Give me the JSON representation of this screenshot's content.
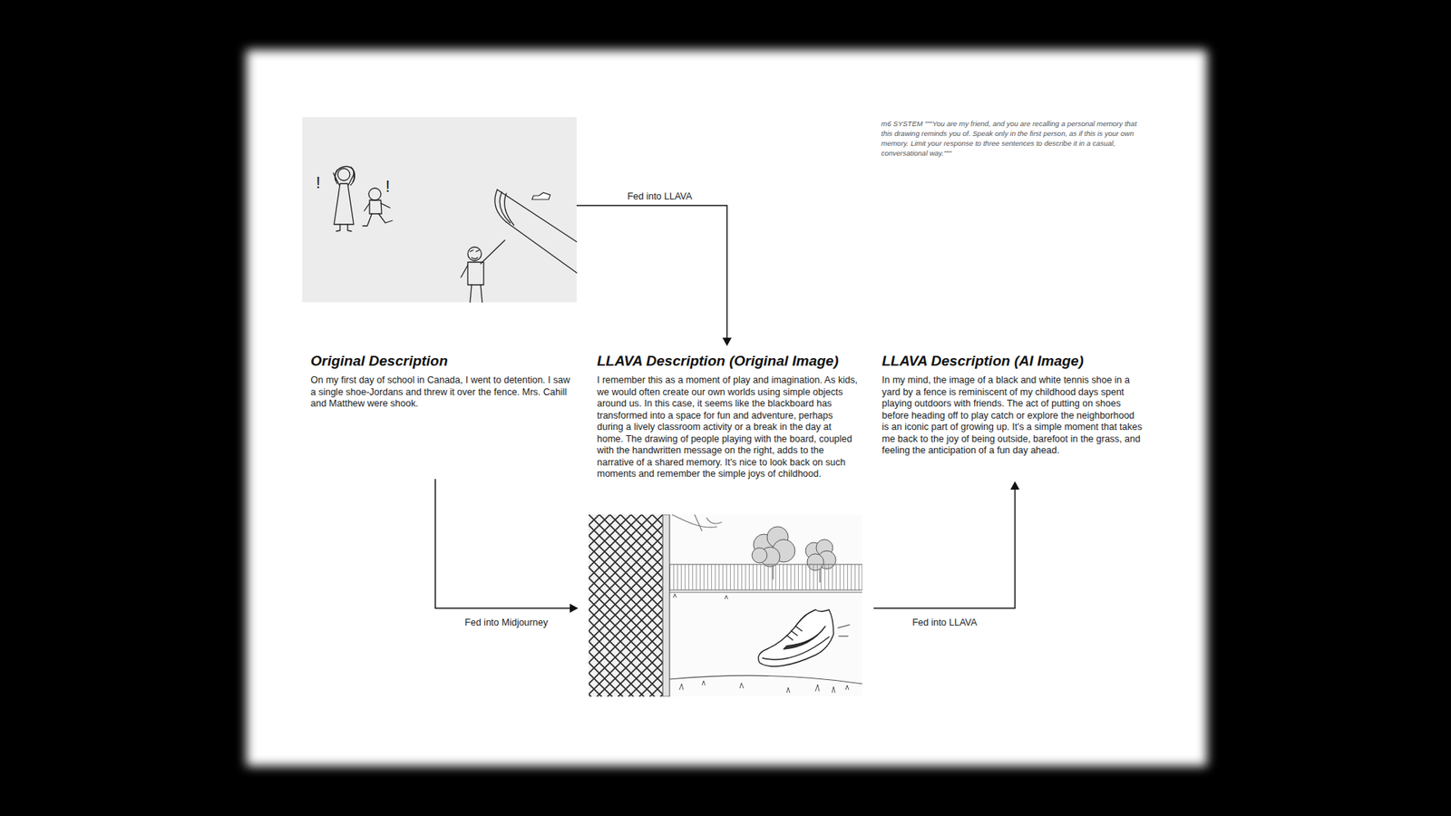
{
  "diagram": {
    "nodes": [
      {
        "text": [
          "Original Description",
          "On my first day of school in Canada, I went to detention. I saw a single shoe-Jordans and threw it over the fence. Mrs. Cahill and Matthew were shook."
        ]
      },
      {
        "text": [
          "LLAVA Description (Original Image)",
          "I remember this as a moment of play and imagination. As kids, we would often create our own worlds using simple objects around us. In this case, it seems like the blackboard has transformed into a space for fun and adventure, perhaps during a lively classroom activity or a break in the day at home. The drawing of people playing with the board, coupled with the handwritten message on the right, adds to the narrative of a shared memory. It's nice to look back on such moments and remember the simple joys of childhood."
        ]
      },
      {
        "text": [
          "LLAVA Description (AI Image)",
          "In my mind, the image of a black and white tennis shoe in a yard by a fence is reminiscent of my childhood days spent playing outdoors with friends. The act of putting on shoes before heading off to play catch or explore the neighborhood is an iconic part of growing up. It's a simple moment that takes me back to the joy of being outside, barefoot in the grass, and feeling the anticipation of a fun day ahead."
        ]
      }
    ],
    "labels": [
      "m6 SYSTEM \"\"\"You are my friend, and you are recalling a personal memory that this drawing reminds you of. Speak only in the first person, as if this is your own memory. Limit your response to three sentences to describe it in a casual, conversational way.\"\"\"",
      "!",
      "!",
      "Fed into LLAVA",
      "Fed into Midjourney",
      "Fed into LLAVA"
    ]
  }
}
